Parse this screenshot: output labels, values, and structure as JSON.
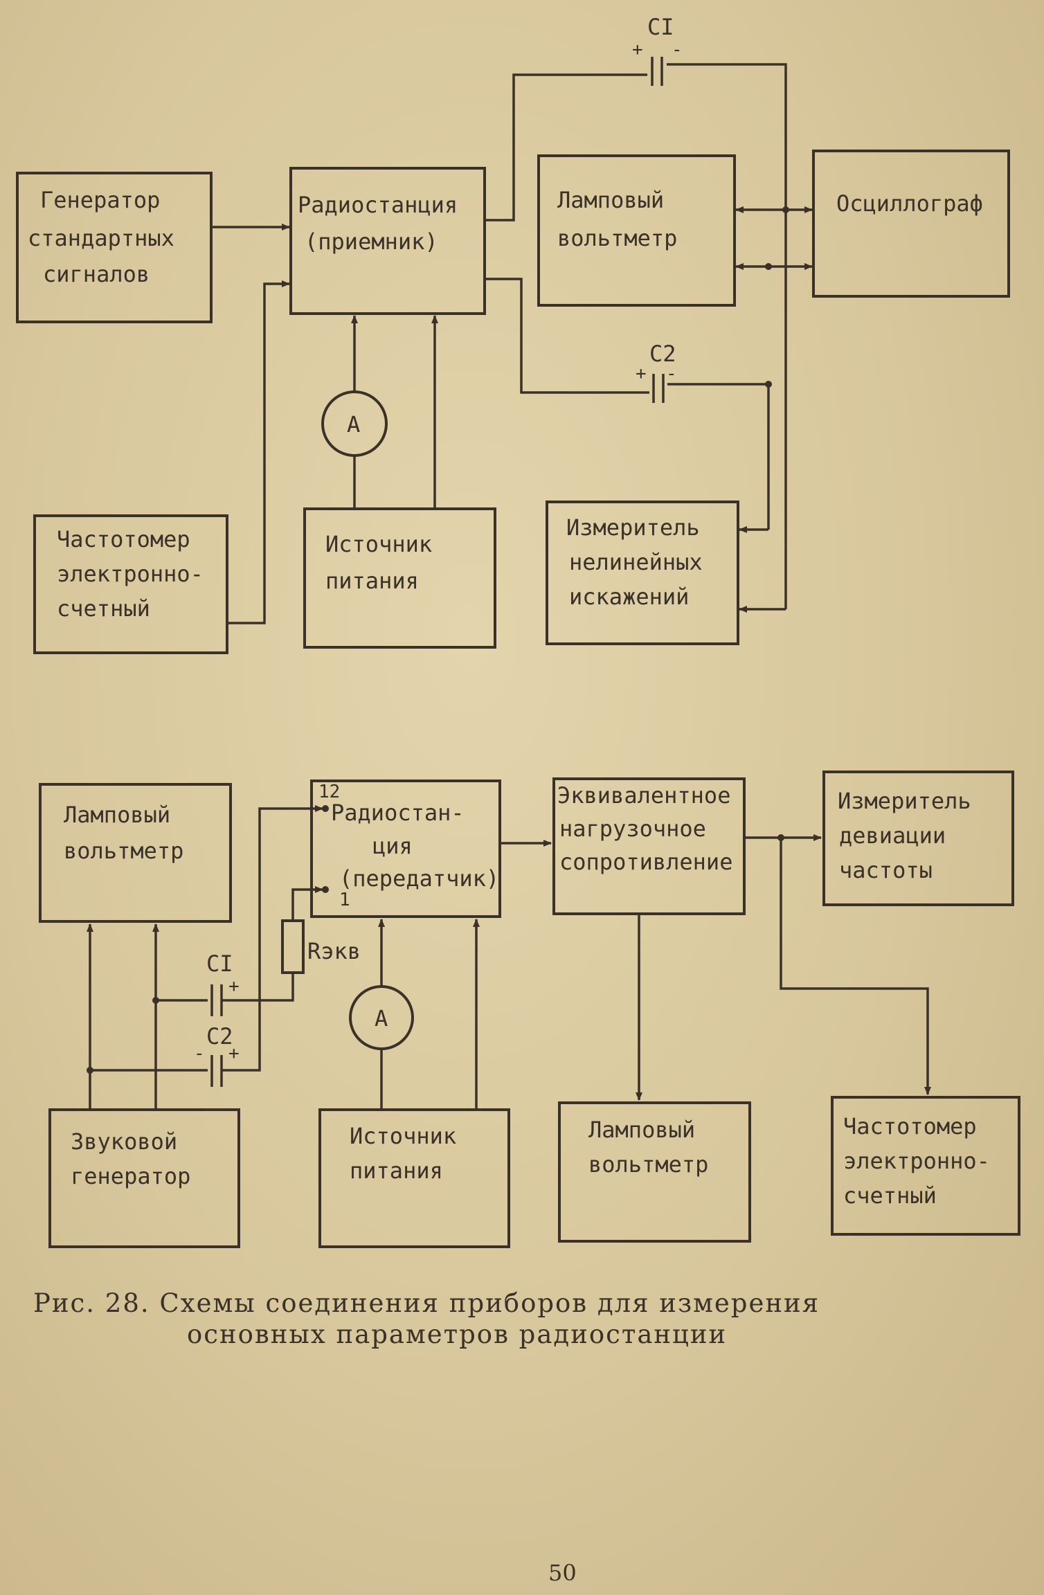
{
  "diagram1": {
    "generator": [
      "Генератор",
      "стандартных",
      "сигналов"
    ],
    "radio_rx": [
      "Радиостанция",
      "(приемник)"
    ],
    "lamp_voltmeter": [
      "Ламповый",
      "вольтметр"
    ],
    "oscillograph": "Осциллограф",
    "freq_meter": [
      "Частотомер",
      "электронно-",
      "счетный"
    ],
    "power_source": [
      "Источник",
      "питания"
    ],
    "distortion_meter": [
      "Измеритель",
      "нелинейных",
      "искажений"
    ],
    "ammeter": "A",
    "c1": "CI",
    "c2": "C2",
    "plus": "+",
    "minus": "-"
  },
  "diagram2": {
    "lamp_voltmeter": [
      "Ламповый",
      "вольтметр"
    ],
    "radio_tx": [
      "Радиостан-",
      "ция",
      "(передатчик)"
    ],
    "equiv_load": [
      "Эквивалентное",
      "нагрузочное",
      "сопротивление"
    ],
    "deviation_meter": [
      "Измеритель",
      "девиации",
      "частоты"
    ],
    "r_equiv": "Rэкв",
    "c1": "CI",
    "c2": "C2",
    "pin12": "12",
    "pin1": "1",
    "ammeter": "A",
    "sound_gen": [
      "Звуковой",
      "генератор"
    ],
    "power_source": [
      "Источник",
      "питания"
    ],
    "lamp_voltmeter2": [
      "Ламповый",
      "вольтметр"
    ],
    "freq_meter": [
      "Частотомер",
      "электронно-",
      "счетный"
    ],
    "plus": "+",
    "minus": "-"
  },
  "caption": [
    "Рис. 28. Схемы соединения приборов для измерения",
    "основных параметров радиостанции"
  ],
  "page_number": "50"
}
